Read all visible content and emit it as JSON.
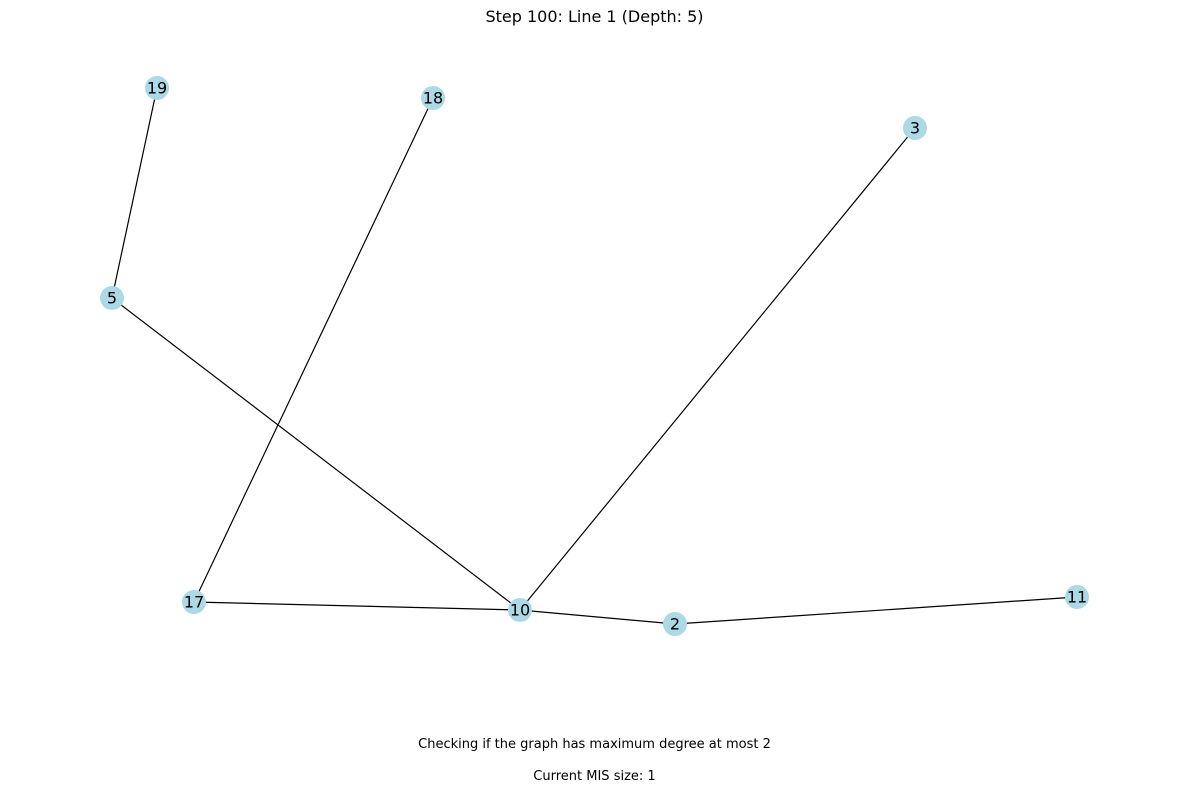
{
  "title": "Step 100: Line 1 (Depth: 5)",
  "status_text": "Checking if the graph has maximum degree at most 2",
  "mis_text": "Current MIS size: 1",
  "colors": {
    "node_fill": "#add8e6",
    "edge": "#000000",
    "label": "#000000",
    "background": "#ffffff"
  },
  "graph": {
    "nodes": [
      {
        "id": "19",
        "label": "19"
      },
      {
        "id": "18",
        "label": "18"
      },
      {
        "id": "3",
        "label": "3"
      },
      {
        "id": "5",
        "label": "5"
      },
      {
        "id": "17",
        "label": "17"
      },
      {
        "id": "10",
        "label": "10"
      },
      {
        "id": "2",
        "label": "2"
      },
      {
        "id": "11",
        "label": "11"
      }
    ],
    "edges": [
      {
        "source": "19",
        "target": "5"
      },
      {
        "source": "18",
        "target": "17"
      },
      {
        "source": "3",
        "target": "10"
      },
      {
        "source": "5",
        "target": "10"
      },
      {
        "source": "17",
        "target": "10"
      },
      {
        "source": "10",
        "target": "2"
      },
      {
        "source": "2",
        "target": "11"
      }
    ]
  }
}
